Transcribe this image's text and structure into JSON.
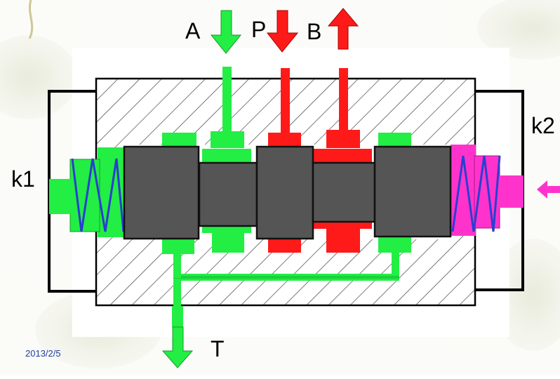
{
  "ports": {
    "a": "A",
    "p": "P",
    "b": "B",
    "t": "T"
  },
  "springs": {
    "left": "k1",
    "right": "k2"
  },
  "footer": {
    "date": "2013/2/5"
  },
  "colors": {
    "tank_line": "#22ee44",
    "pressure_line": "#ff1a1a",
    "spool": "#555555",
    "spring": "#2a3fd0",
    "right_actuator": "#ff33cc",
    "housing_hatch": "#333333"
  }
}
